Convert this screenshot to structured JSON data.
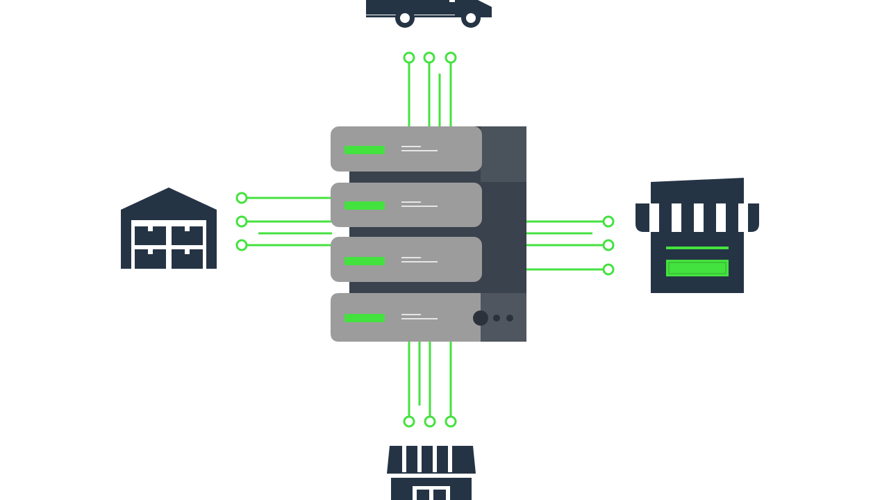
{
  "colors": {
    "background": "#ffffff",
    "navy": "#253445",
    "server_gray": "#9c9c9c",
    "server_dark": "#3a424d",
    "accent_green": "#44e23f"
  },
  "nodes": {
    "top": "truck-icon",
    "left": "warehouse-icon",
    "right": "storefront-icon",
    "bottom": "shop-icon",
    "center": "server-rack"
  },
  "server": {
    "unit_count": 4,
    "status": "active"
  }
}
